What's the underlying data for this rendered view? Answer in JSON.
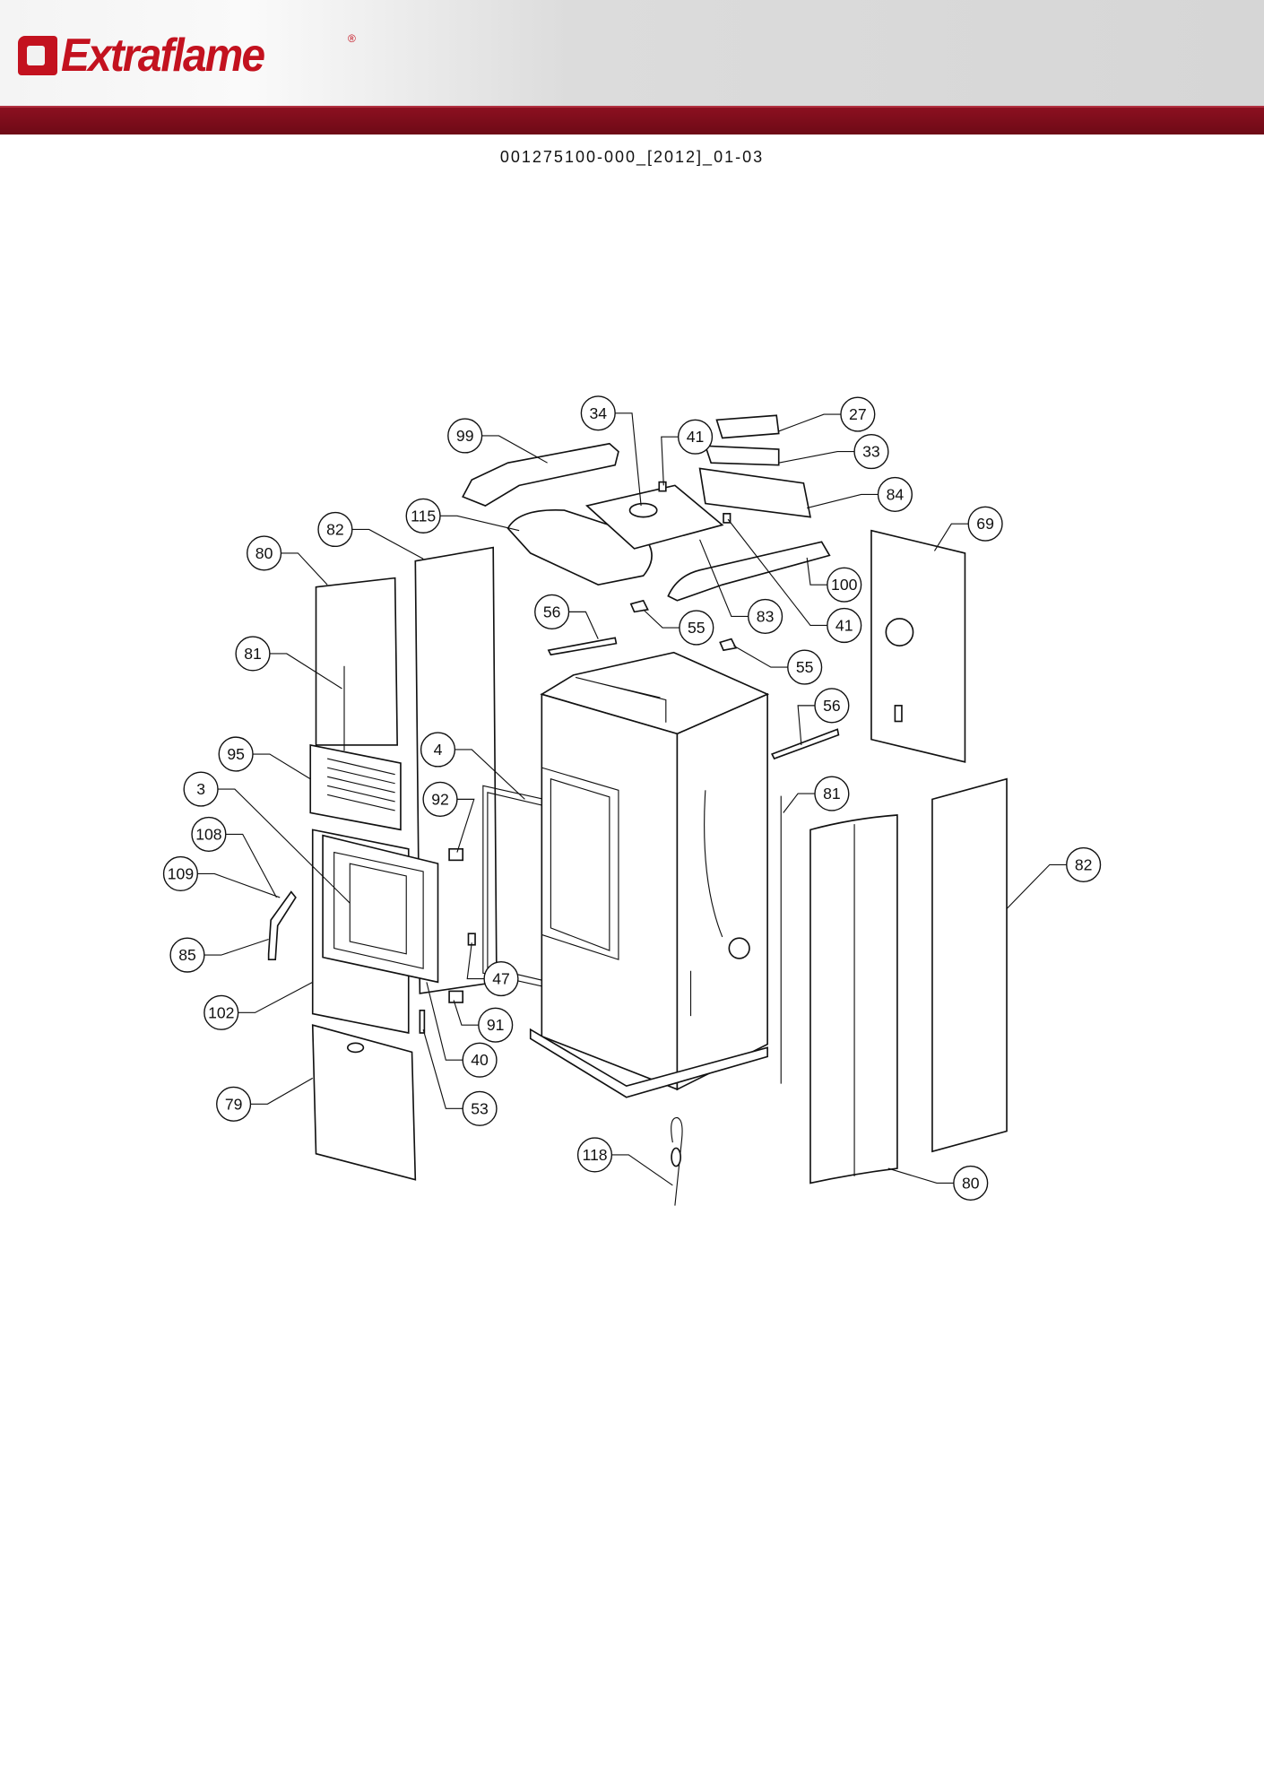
{
  "header": {
    "brand": "Extraflame",
    "registered_mark": "®",
    "brand_color": "#c3121f",
    "band_color": "#7a0c18"
  },
  "document": {
    "code": "001275100-000_[2012]_01-03"
  },
  "diagram": {
    "callouts": [
      {
        "label": "99"
      },
      {
        "label": "34"
      },
      {
        "label": "41"
      },
      {
        "label": "27"
      },
      {
        "label": "33"
      },
      {
        "label": "84"
      },
      {
        "label": "115"
      },
      {
        "label": "82"
      },
      {
        "label": "80"
      },
      {
        "label": "69"
      },
      {
        "label": "100"
      },
      {
        "label": "41"
      },
      {
        "label": "83"
      },
      {
        "label": "56"
      },
      {
        "label": "55"
      },
      {
        "label": "55"
      },
      {
        "label": "81"
      },
      {
        "label": "56"
      },
      {
        "label": "95"
      },
      {
        "label": "4"
      },
      {
        "label": "92"
      },
      {
        "label": "3"
      },
      {
        "label": "81"
      },
      {
        "label": "108"
      },
      {
        "label": "109"
      },
      {
        "label": "82"
      },
      {
        "label": "85"
      },
      {
        "label": "47"
      },
      {
        "label": "102"
      },
      {
        "label": "91"
      },
      {
        "label": "40"
      },
      {
        "label": "79"
      },
      {
        "label": "53"
      },
      {
        "label": "118"
      },
      {
        "label": "80"
      }
    ]
  }
}
